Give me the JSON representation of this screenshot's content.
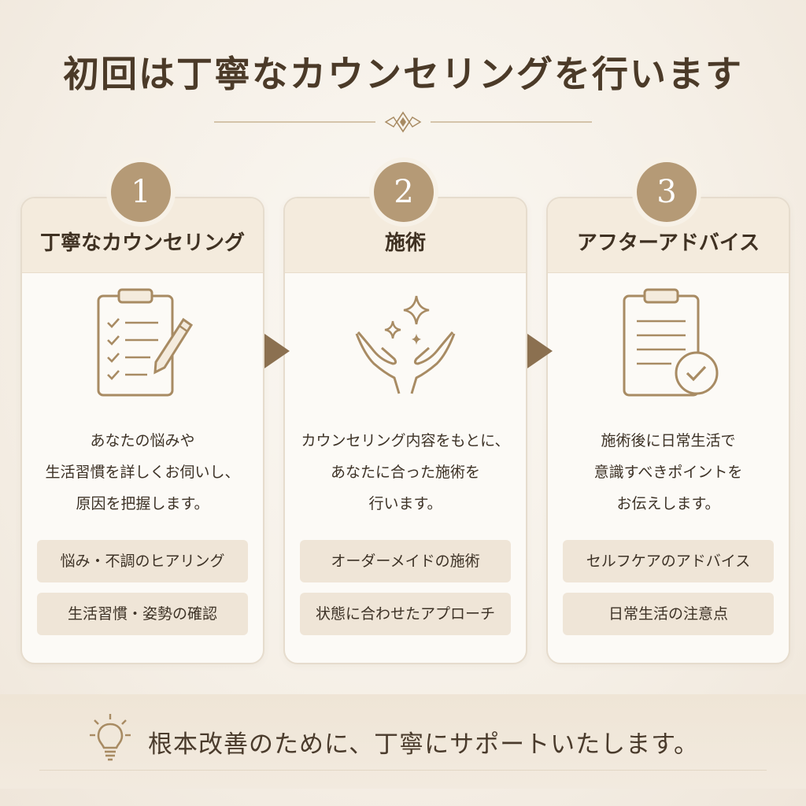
{
  "header": {
    "title": "初回は丁寧なカウンセリングを行います"
  },
  "steps": [
    {
      "number": "1",
      "title": "丁寧なカウンセリング",
      "icon": "clipboard-checklist-pencil-icon",
      "description": [
        "あなたの悩みや",
        "生活習慣を詳しくお伺いし、",
        "原因を把握します。"
      ],
      "tags": [
        "悩み・不調のヒアリング",
        "生活習慣・姿勢の確認"
      ]
    },
    {
      "number": "2",
      "title": "施術",
      "icon": "hands-sparkles-icon",
      "description": [
        "カウンセリング内容をもとに、",
        "あなたに合った施術を",
        "行います。"
      ],
      "tags": [
        "オーダーメイドの施術",
        "状態に合わせたアプローチ"
      ]
    },
    {
      "number": "3",
      "title": "アフターアドバイス",
      "icon": "clipboard-check-icon",
      "description": [
        "施術後に日常生活で",
        "意識すべきポイントを",
        "お伝えします。"
      ],
      "tags": [
        "セルフケアのアドバイス",
        "日常生活の注意点"
      ]
    }
  ],
  "footer": {
    "icon": "lightbulb-icon",
    "message": "根本改善のために、丁寧にサポートいたします。"
  },
  "colors": {
    "accent": "#b59a76",
    "arrow": "#8b7050",
    "text": "#4a3b2c",
    "tag_bg": "#efe5d7",
    "header_bg": "#f4ebdd"
  }
}
